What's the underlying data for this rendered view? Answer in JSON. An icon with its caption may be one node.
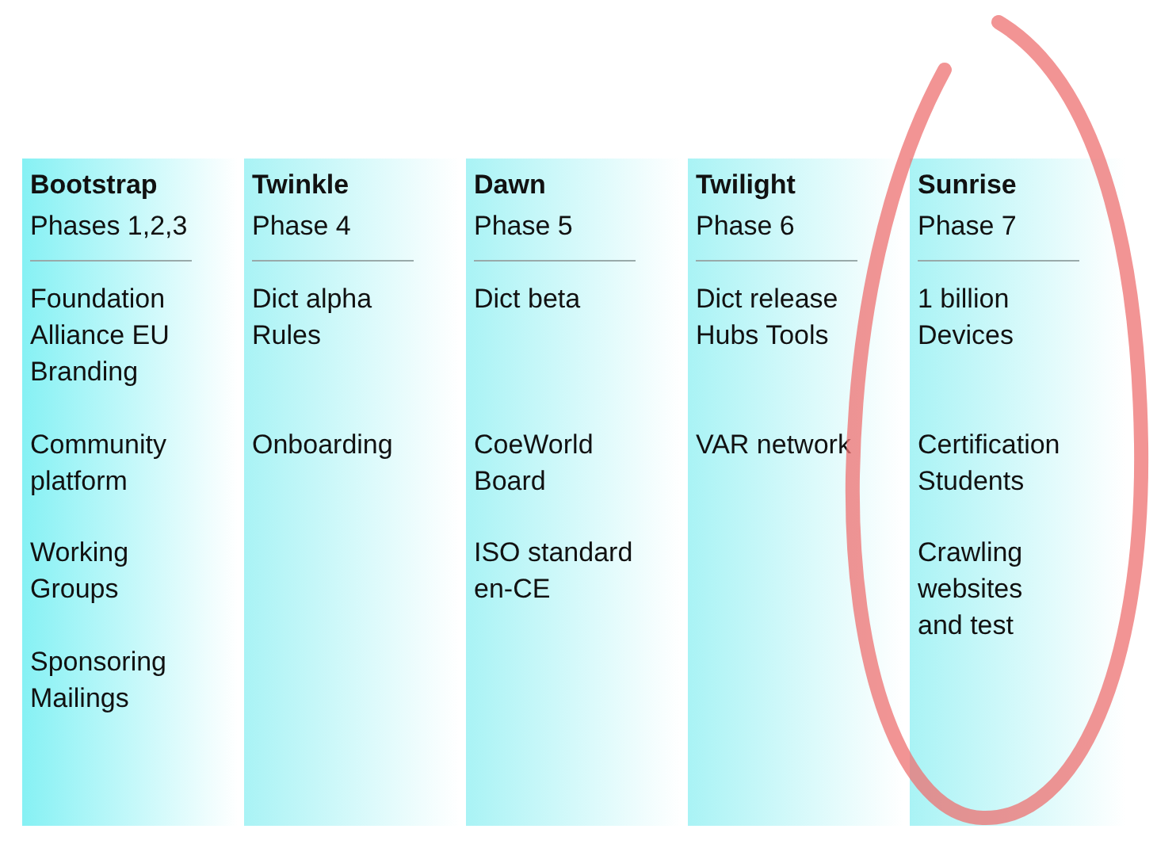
{
  "diagram": {
    "nodes": [
      {
        "text": [
          "Bootstrap",
          "Phases 1,2,3",
          "Foundation Alliance EU Branding",
          "Community platform",
          "Working Groups",
          "Sponsoring Mailings"
        ]
      },
      {
        "text": [
          "Twinkle",
          "Phase 4",
          "Dict alpha Rules",
          "Onboarding"
        ]
      },
      {
        "text": [
          "Dawn",
          "Phase 5",
          "Dict beta",
          "CoeWorld Board",
          "ISO standard en-CE"
        ]
      },
      {
        "text": [
          "Twilight",
          "Phase 6",
          "Dict release Hubs Tools",
          "VAR network"
        ]
      },
      {
        "text": [
          "Sunrise",
          "Phase 7",
          "1 billion Devices",
          "Certification Students",
          "Crawling websites and test"
        ]
      }
    ]
  }
}
